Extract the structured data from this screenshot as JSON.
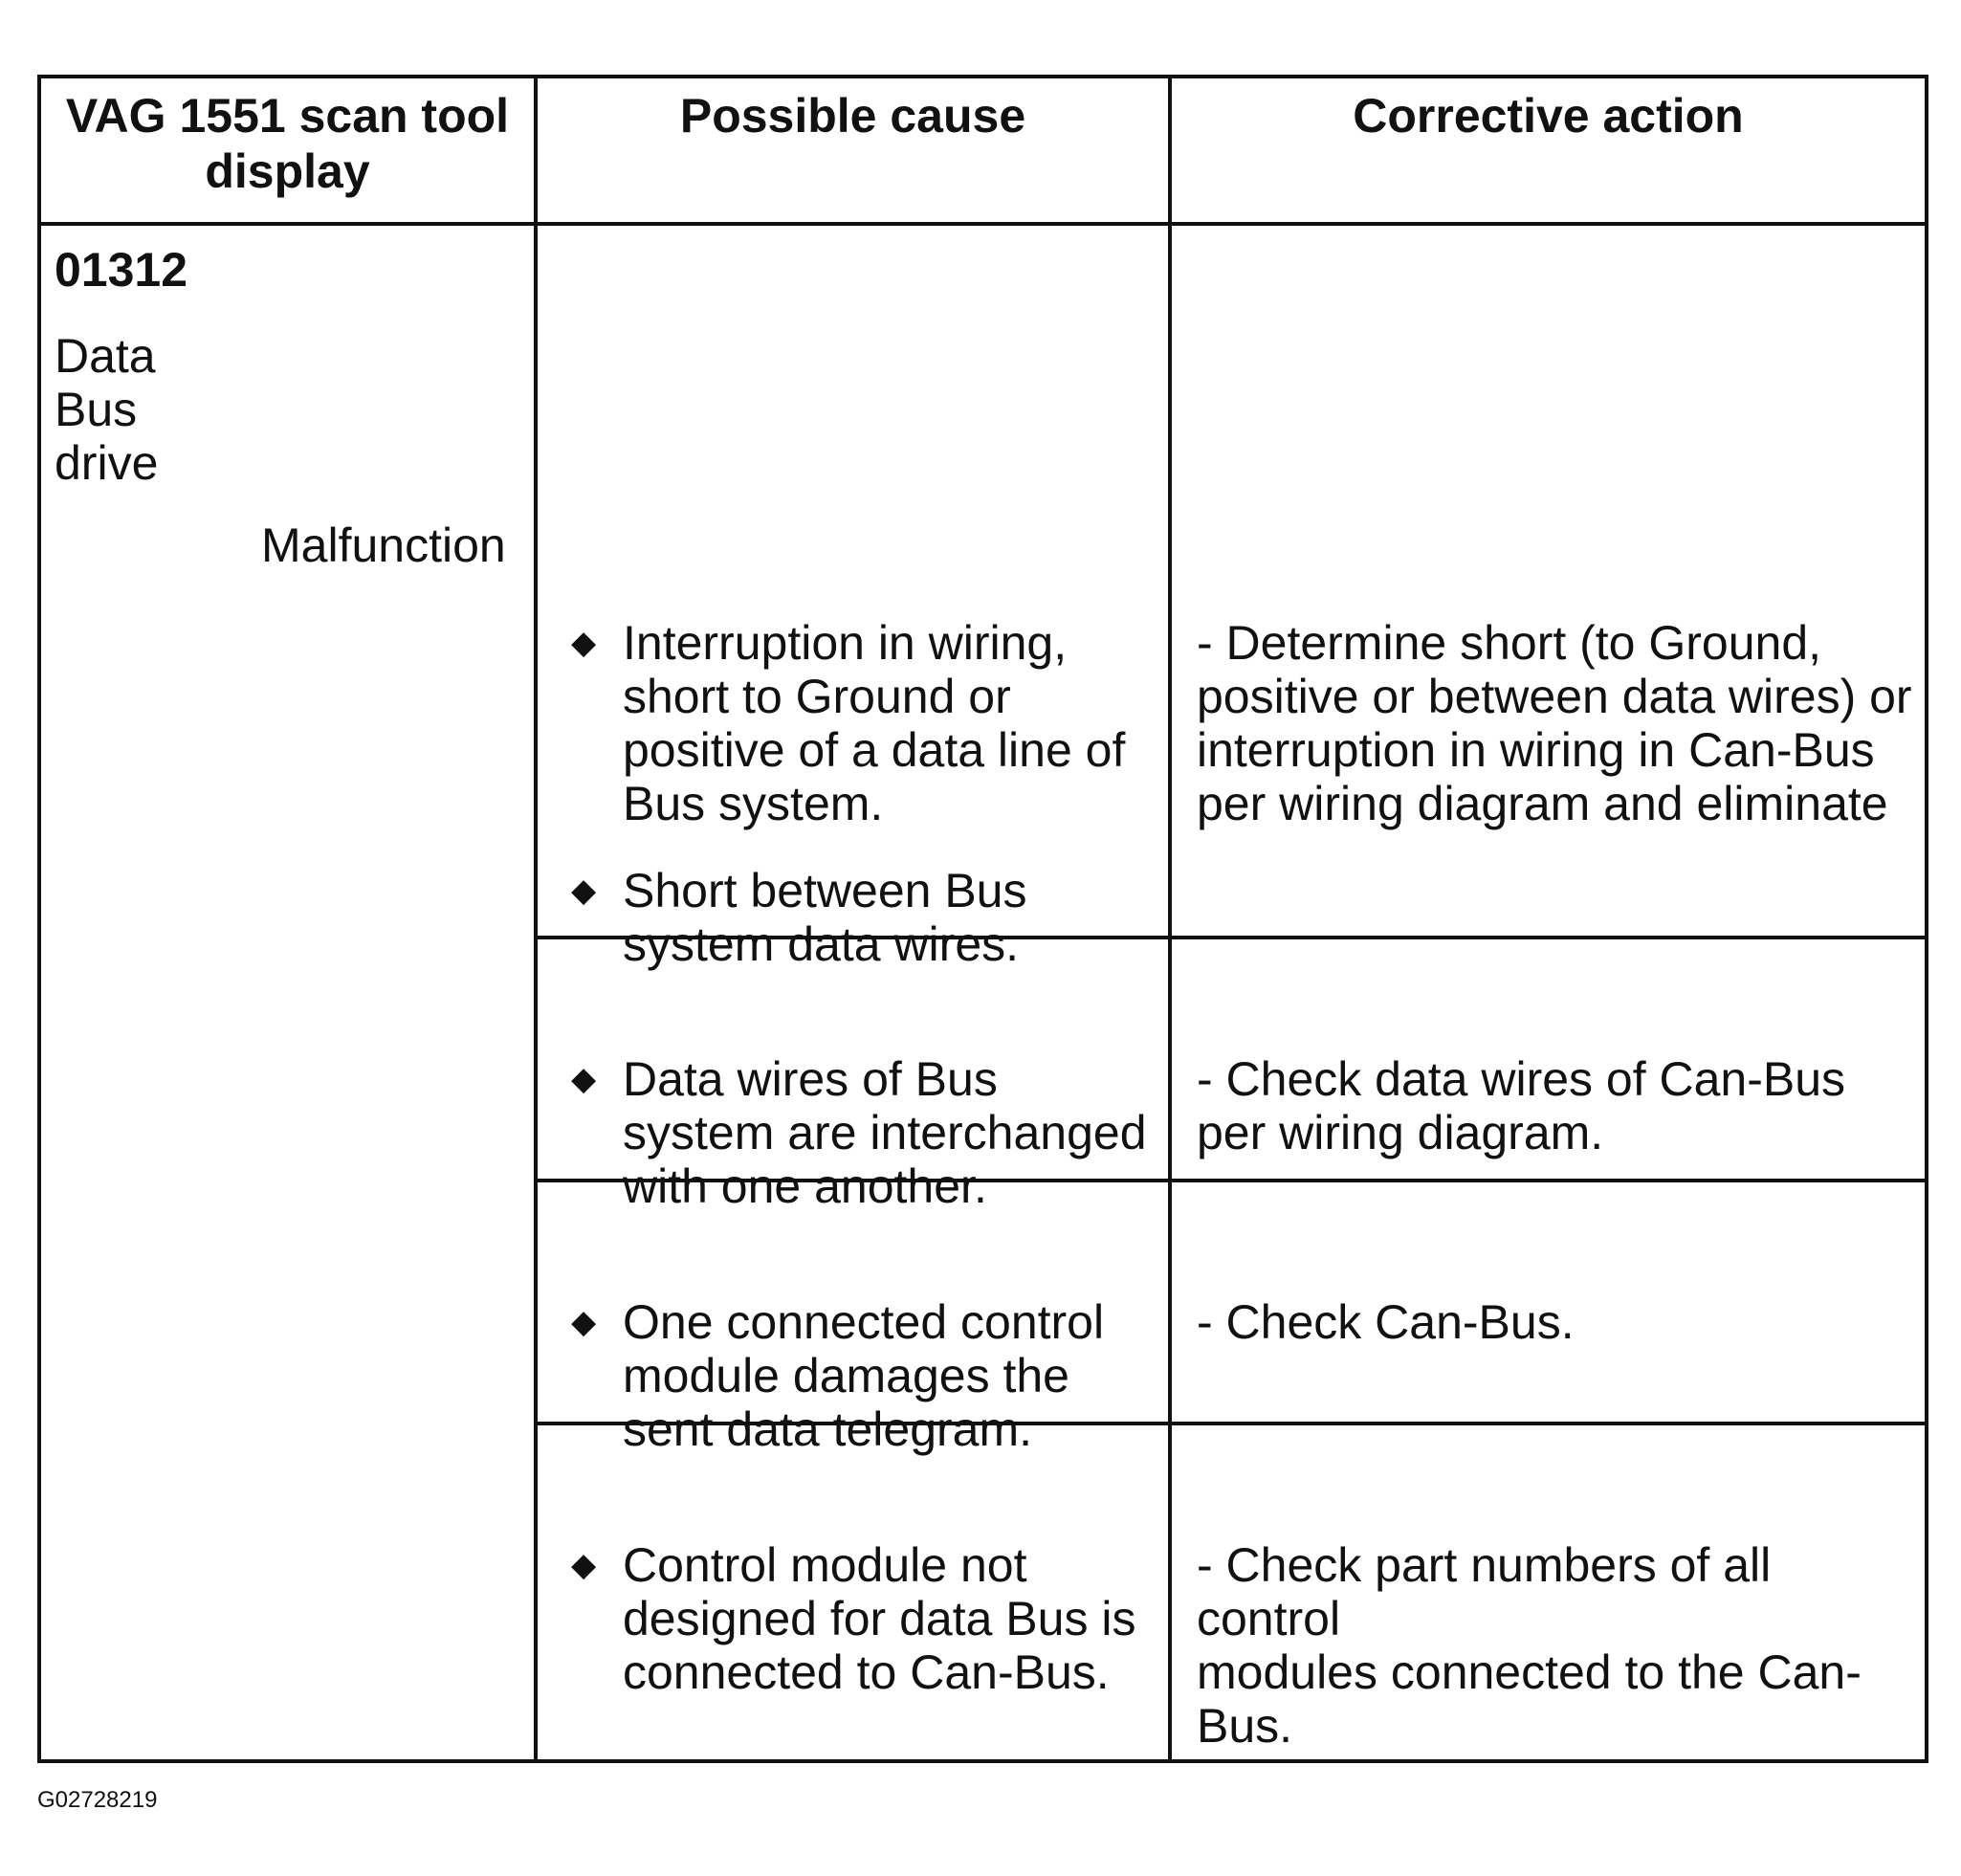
{
  "headers": {
    "col1": "VAG 1551 scan tool\ndisplay",
    "col2": "Possible cause",
    "col3": "Corrective action"
  },
  "display": {
    "code": "01312",
    "description": "Data\nBus\ndrive",
    "status": "Malfunction"
  },
  "bullet_symbol": "◆",
  "rows": [
    {
      "causes": [
        "Interruption in wiring,\nshort to Ground or\npositive of a data line of\nBus system.",
        "Short between Bus\nsystem data wires."
      ],
      "action": "- Determine short (to Ground,\npositive or between data wires) or\ninterruption in wiring in Can-Bus\nper wiring diagram and eliminate"
    },
    {
      "causes": [
        "Data wires of Bus\nsystem are interchanged\nwith one another."
      ],
      "action": "- Check data wires of Can-Bus\nper wiring diagram."
    },
    {
      "causes": [
        "One connected control\nmodule damages the\nsent data telegram."
      ],
      "action": "- Check Can-Bus."
    },
    {
      "causes": [
        "Control module not\ndesigned for data Bus is\nconnected to Can-Bus."
      ],
      "action": "- Check part numbers of all control\nmodules connected to the Can-\nBus."
    }
  ],
  "figure_id": "G02728219"
}
